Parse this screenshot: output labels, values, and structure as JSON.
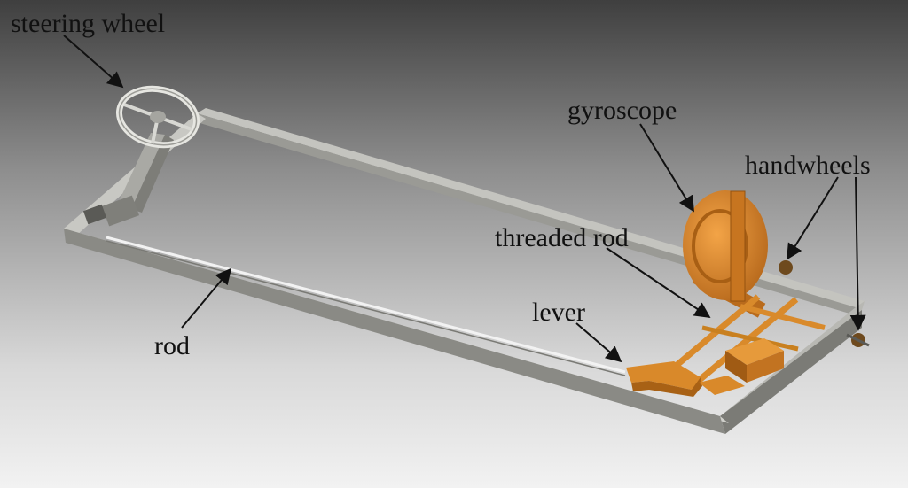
{
  "labels": {
    "steering_wheel": "steering wheel",
    "gyroscope": "gyroscope",
    "handwheels": "handwheels",
    "threaded_rod": "threaded rod",
    "lever": "lever",
    "rod": "rod"
  },
  "colors": {
    "frame": "#b7b7b2",
    "frame_shade": "#8b8b86",
    "orange": "#d98a2b",
    "orange_dark": "#a85f14",
    "arrow": "#111111"
  }
}
